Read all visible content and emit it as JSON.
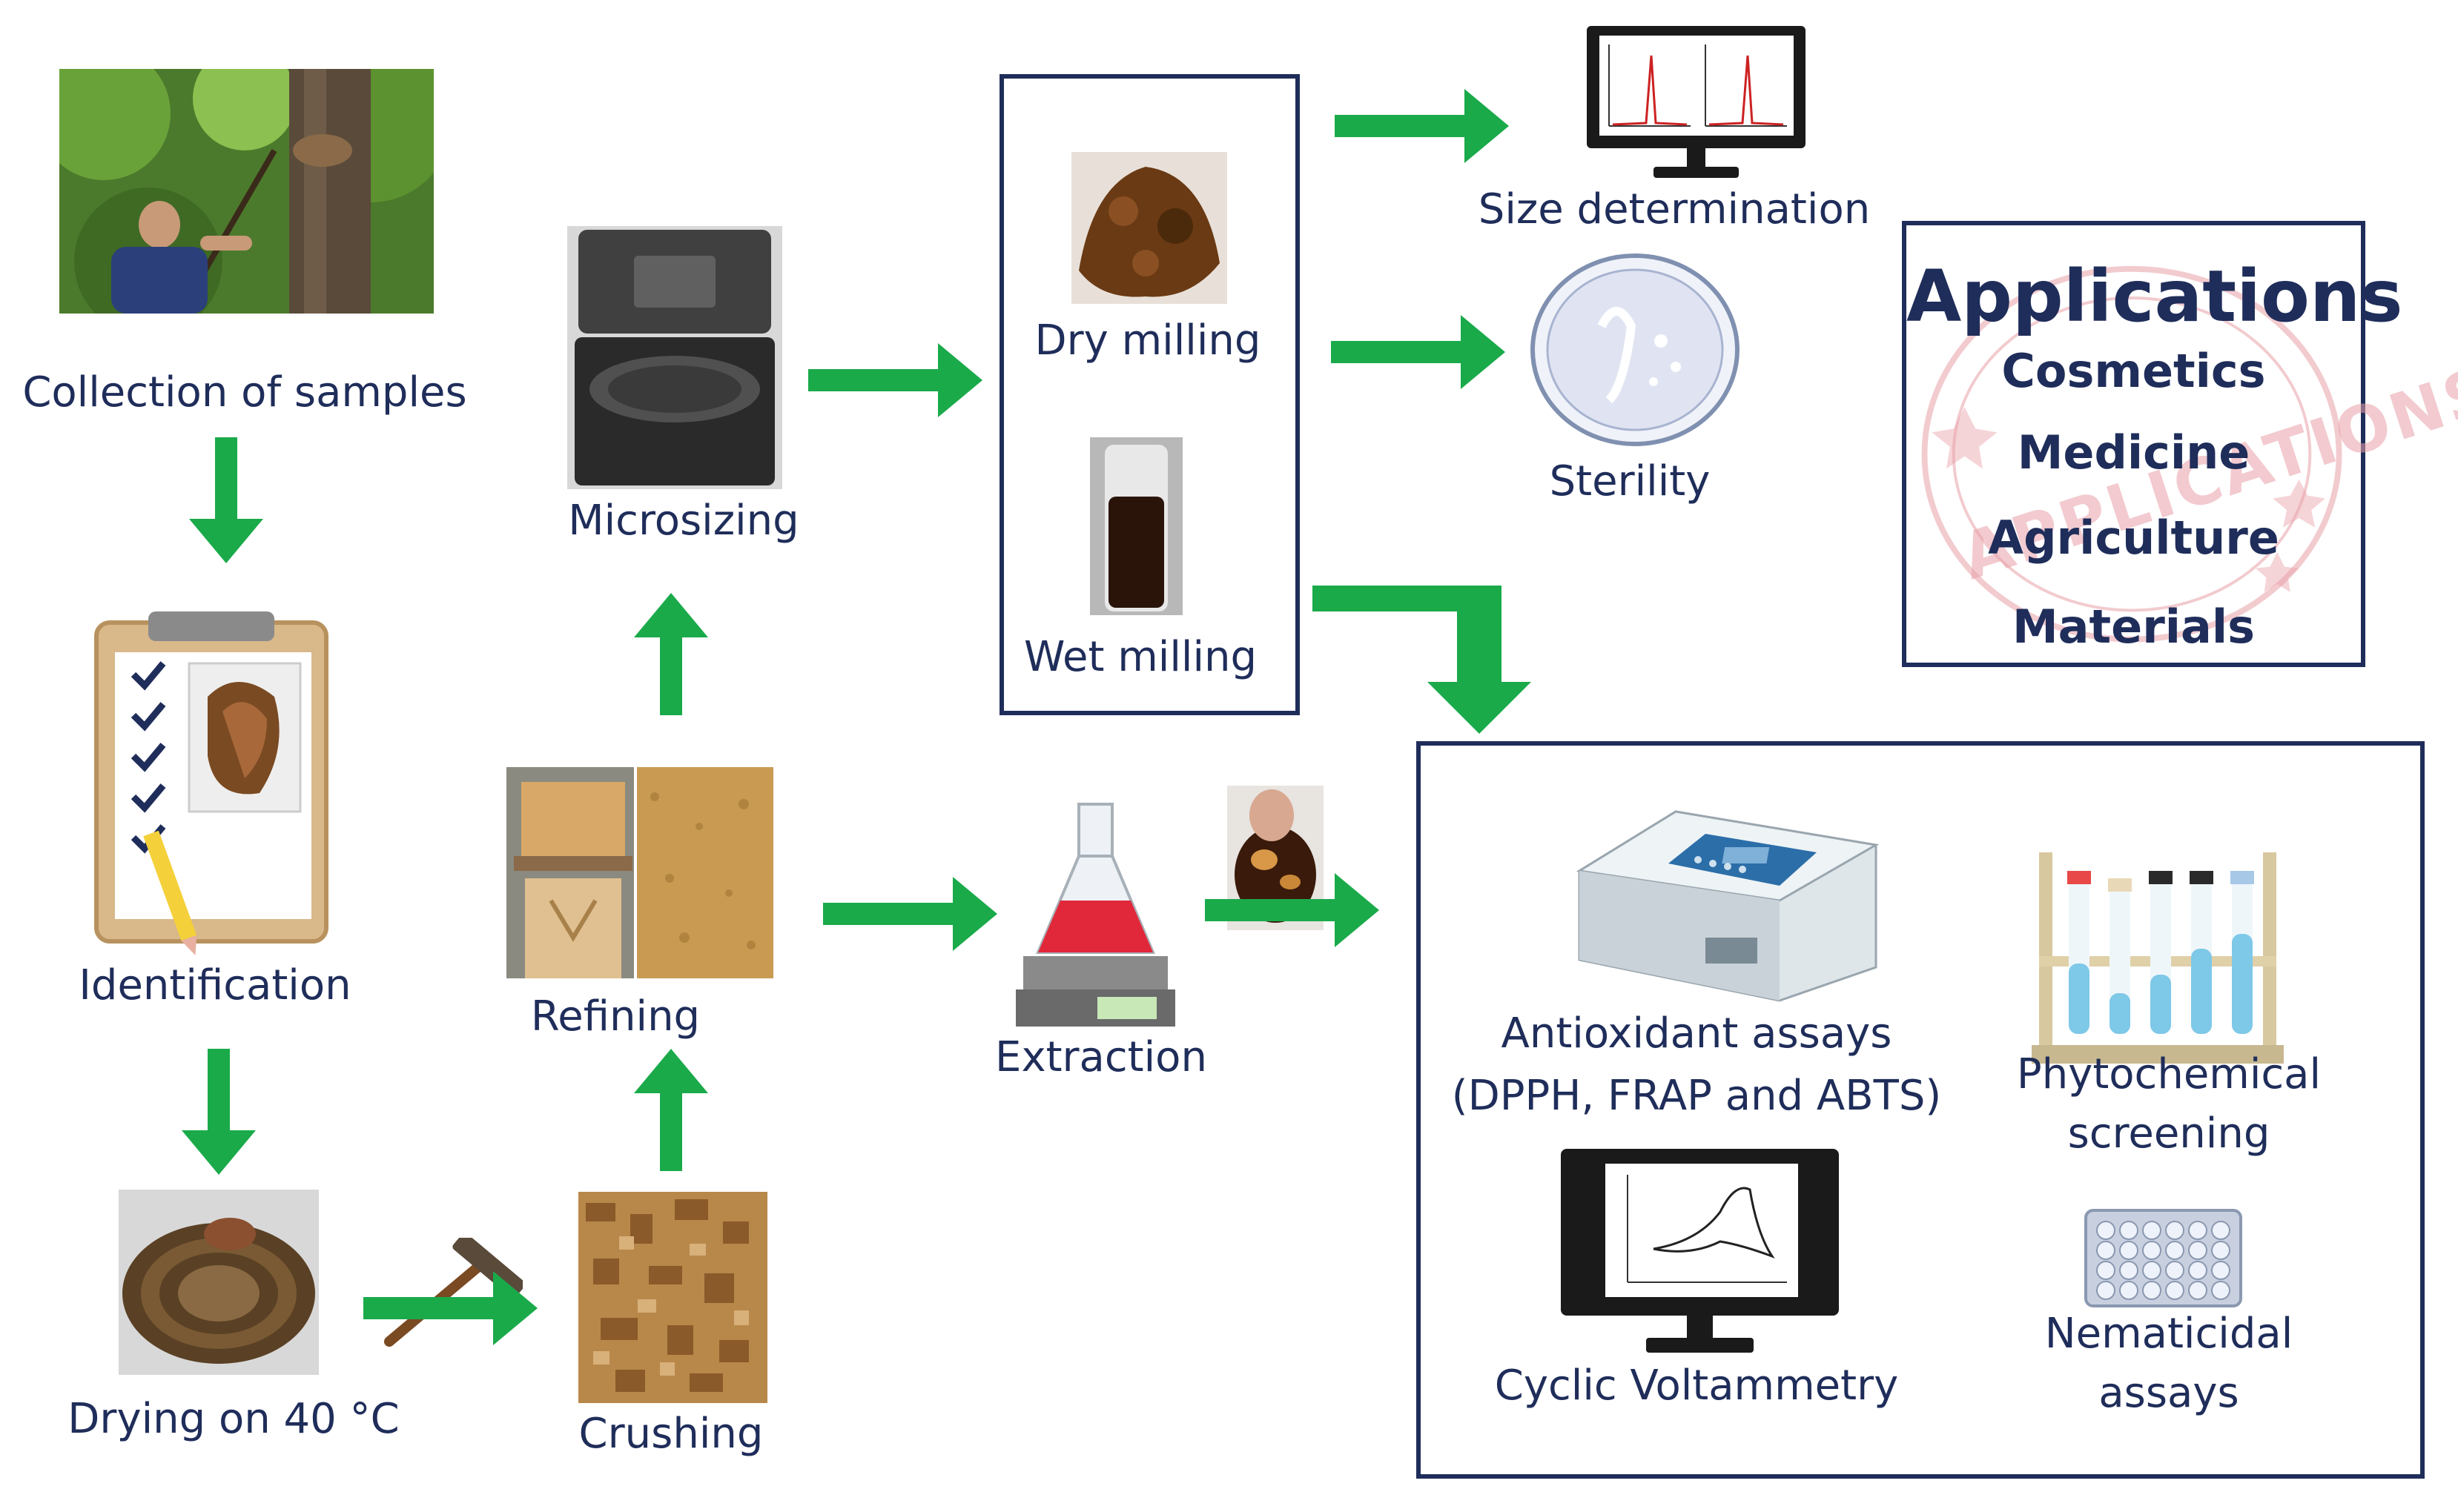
{
  "steps": {
    "collection": "Collection of samples",
    "identification": "Identification",
    "drying": "Drying on 40 °C",
    "crushing": "Crushing",
    "refining": "Refining",
    "microsizing": "Microsizing",
    "dry_milling": "Dry milling",
    "wet_milling": "Wet milling",
    "extraction": "Extraction",
    "size_determination": "Size determination",
    "sterility": "Sterility"
  },
  "assays": {
    "antioxidant_line1": "Antioxidant assays",
    "antioxidant_line2": "(DPPH, FRAP and ABTS)",
    "phytochemical_line1": "Phytochemical",
    "phytochemical_line2": "screening",
    "cyclic_voltammetry": "Cyclic Voltammetry",
    "nematicidal_line1": "Nematicidal",
    "nematicidal_line2": "assays"
  },
  "applications": {
    "title": "Applications",
    "items": [
      "Cosmetics",
      "Medicine",
      "Agriculture",
      "Materials"
    ],
    "stamp_text": "APPLICATIONS"
  },
  "colors": {
    "arrow": "#1aaa4a",
    "text": "#1f2d5a",
    "stamp": "#e8a0a8"
  }
}
